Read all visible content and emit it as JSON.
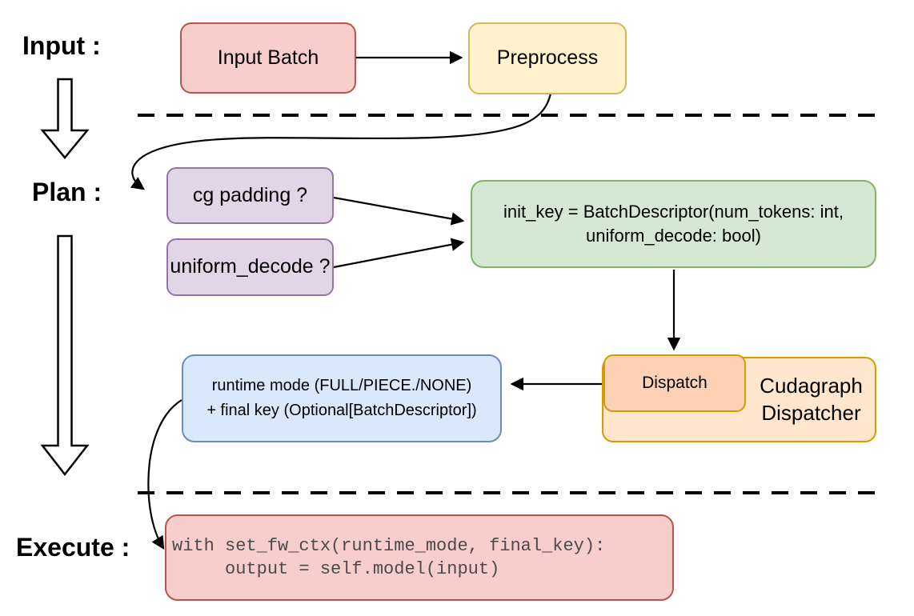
{
  "diagram": {
    "title_hint": "cudagraph dispatch flow diagram",
    "stage_labels": {
      "input": "Input :",
      "plan": "Plan :",
      "execute": "Execute :"
    },
    "nodes": {
      "input_batch": {
        "label": "Input Batch"
      },
      "preprocess": {
        "label": "Preprocess"
      },
      "cg_padding": {
        "label": "cg padding ?"
      },
      "uniform_decode": {
        "label": "uniform_decode ?"
      },
      "init_key": {
        "line1": "init_key = BatchDescriptor(num_tokens: int,",
        "line2": "uniform_decode: bool)"
      },
      "dispatch": {
        "label": "Dispatch"
      },
      "cudagraph_dispatcher": {
        "line1": "Cudagraph",
        "line2": "Dispatcher"
      },
      "runtime_mode": {
        "line1": "runtime mode (FULL/PIECE./NONE)",
        "line2": "+ final key (Optional[BatchDescriptor])"
      },
      "execute_code": {
        "line1": "with set_fw_ctx(runtime_mode, final_key):",
        "line2": "     output = self.model(input)"
      }
    },
    "colors": {
      "red_fill": "#f8cecc",
      "red_stroke": "#b85450",
      "yellow_fill": "#fff2cc",
      "yellow_stroke": "#d6b656",
      "purple_fill": "#e1d5e7",
      "purple_stroke": "#9673a6",
      "green_fill": "#d5e8d4",
      "green_stroke": "#82b366",
      "blue_fill": "#dae8fc",
      "blue_stroke": "#6c8ebf",
      "orange_fill": "#ffe6cc",
      "orange_inner_fill": "#fcd1b6",
      "orange_stroke": "#d79b00",
      "arrow_color": "#000000",
      "code_text_color": "#4a4a4a"
    }
  }
}
